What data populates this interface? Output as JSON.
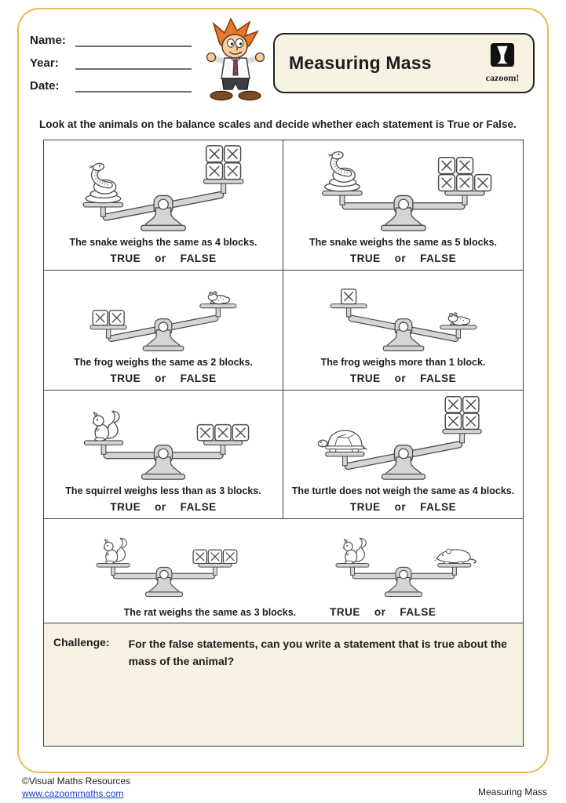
{
  "header": {
    "name_label": "Name:",
    "year_label": "Year:",
    "date_label": "Date:",
    "title": "Measuring Mass",
    "logo_text": "cazoom!"
  },
  "instruction": "Look at the animals on the balance scales and decide whether each statement is True or False.",
  "true_false": {
    "true_label": "TRUE",
    "or_label": "or",
    "false_label": "FALSE"
  },
  "cells": [
    {
      "statement": "The snake weighs the same as 4 blocks.",
      "scale": {
        "tilt": "left-down",
        "left": {
          "kind": "animal",
          "animal": "snake"
        },
        "right": {
          "kind": "blocks",
          "count": 4
        }
      }
    },
    {
      "statement": "The snake weighs the same as 5 blocks.",
      "scale": {
        "tilt": "level",
        "left": {
          "kind": "animal",
          "animal": "snake"
        },
        "right": {
          "kind": "blocks",
          "count": 5
        }
      }
    },
    {
      "statement": "The frog weighs the same as 2 blocks.",
      "scale": {
        "tilt": "left-down",
        "left": {
          "kind": "blocks",
          "count": 2
        },
        "right": {
          "kind": "animal",
          "animal": "frog"
        }
      }
    },
    {
      "statement": "The frog weighs more than 1 block.",
      "scale": {
        "tilt": "right-down",
        "left": {
          "kind": "blocks",
          "count": 1
        },
        "right": {
          "kind": "animal",
          "animal": "frog"
        }
      }
    },
    {
      "statement": "The squirrel weighs less than as 3 blocks.",
      "scale": {
        "tilt": "level",
        "left": {
          "kind": "animal",
          "animal": "squirrel"
        },
        "right": {
          "kind": "blocks",
          "count": 3
        }
      }
    },
    {
      "statement": "The turtle does not weigh the same as 4 blocks.",
      "scale": {
        "tilt": "left-down",
        "left": {
          "kind": "animal",
          "animal": "turtle"
        },
        "right": {
          "kind": "blocks",
          "count": 4
        }
      }
    }
  ],
  "wide_cell": {
    "statement": "The rat weighs the same as 3 blocks.",
    "scales": [
      {
        "tilt": "level",
        "left": {
          "kind": "animal",
          "animal": "squirrel"
        },
        "right": {
          "kind": "blocks",
          "count": 3
        }
      },
      {
        "tilt": "level",
        "left": {
          "kind": "animal",
          "animal": "squirrel"
        },
        "right": {
          "kind": "animal",
          "animal": "rat"
        }
      }
    ]
  },
  "challenge": {
    "label": "Challenge:",
    "text": "For the false statements, can you write a statement that is true about the mass of the animal?"
  },
  "footer": {
    "copyright": "©Visual Maths Resources",
    "link": "www.cazoommaths.com",
    "right_label": "Measuring Mass"
  },
  "colors": {
    "border_gold": "#ECB950",
    "cream_bg": "#F8F2E3",
    "scale_fill": "#D5D5D5",
    "scale_stroke": "#4B4B4B",
    "link_blue": "#1A43C8"
  }
}
